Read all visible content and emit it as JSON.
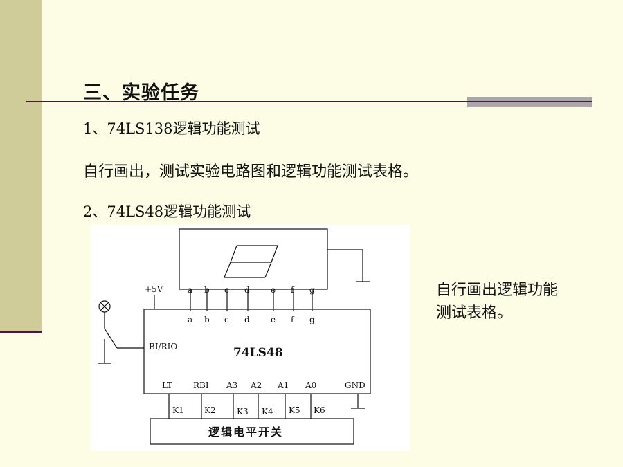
{
  "slide": {
    "title": "三、实验任务",
    "item1": "1、74LS138逻辑功能测试",
    "item1_desc": "自行画出，测试实验电路图和逻辑功能测试表格。",
    "item2": "2、74LS48逻辑功能测试",
    "side_note": "自行画出逻辑功能测试表格。"
  },
  "diagram": {
    "supply_label": "+5V",
    "segments_top": [
      "a",
      "b",
      "c",
      "d",
      "e",
      "f",
      "g"
    ],
    "segments_bottom": [
      "a",
      "b",
      "c",
      "d",
      "e",
      "f",
      "g"
    ],
    "chip_label": "74LS48",
    "bi_label": "BI/RIO",
    "bottom_pins": [
      "LT",
      "RBI",
      "A3",
      "A2",
      "A1",
      "A0",
      "GND"
    ],
    "switches": [
      "K1",
      "K2",
      "K3",
      "K4",
      "K5",
      "K6"
    ],
    "switch_box_label": "逻辑电平开关"
  }
}
